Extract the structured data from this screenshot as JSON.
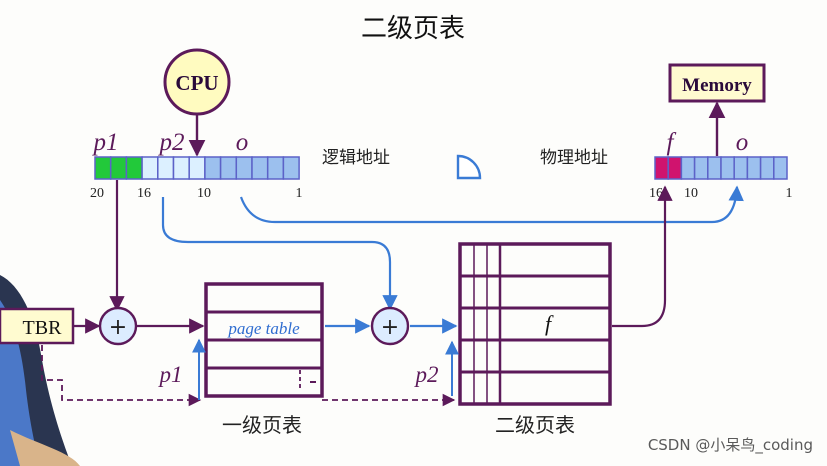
{
  "title": "二级页表",
  "cpu_label": "CPU",
  "memory_label": "Memory",
  "logical": {
    "field_p1": "p1",
    "field_p2": "p2",
    "field_o": "o",
    "caption": "逻辑地址",
    "bit_20": "20",
    "bit_16": "16",
    "bit_10": "10",
    "bit_1": "1"
  },
  "physical": {
    "field_f": "f",
    "field_o": "o",
    "caption": "物理地址",
    "bit_16": "16",
    "bit_10": "10",
    "bit_1": "1"
  },
  "tbr_label": "TBR",
  "plus": "+",
  "level1": {
    "inner_label": "page table",
    "offset_label": "p1",
    "caption": "一级页表"
  },
  "level2": {
    "cell_label": "f",
    "offset_label": "p2",
    "caption": "二级页表"
  },
  "watermark": "CSDN @小呆鸟_coding",
  "colors": {
    "purple": "#5c1a5a",
    "blue": "#3a7bd5",
    "green": "#22c93a",
    "light_cell": "#dcf0ff",
    "mid_cell": "#9cc0ee",
    "magenta": "#d0136e",
    "cpu_fill": "#fffbc0",
    "memory_fill": "#fffbd0"
  }
}
